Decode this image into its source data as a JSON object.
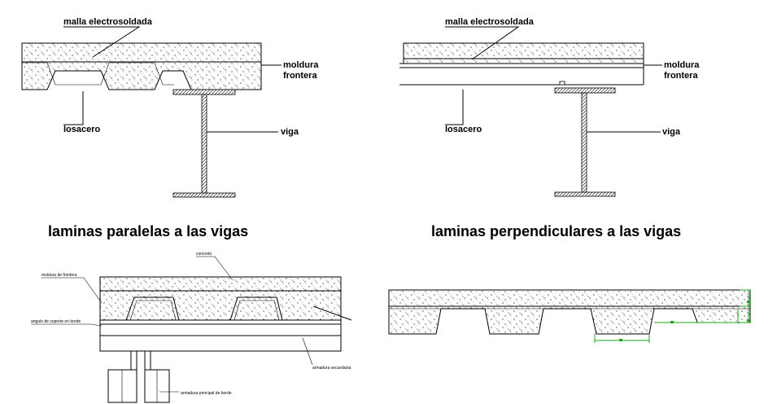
{
  "figure_a": {
    "label_mesh": "malla electrosoldada",
    "label_moulding_1": "moldura",
    "label_moulding_2": "frontera",
    "label_deck": "losacero",
    "label_beam": "viga",
    "title": "laminas paralelas a las vigas"
  },
  "figure_b": {
    "label_mesh": "malla electrosoldada",
    "label_moulding_1": "moldura",
    "label_moulding_2": "frontera",
    "label_deck": "losacero",
    "label_beam": "viga",
    "title": "laminas perpendiculares a las vigas"
  },
  "figure_c": {
    "label_top": "concreto",
    "label_moulding": "moldura de frontera",
    "label_angle": "angulo de soporte en borde",
    "label_secondary": "armadura secundaria",
    "label_main": "armadura principal de borde"
  },
  "colors": {
    "ink": "#000000",
    "dimension": "#1aa81a"
  }
}
